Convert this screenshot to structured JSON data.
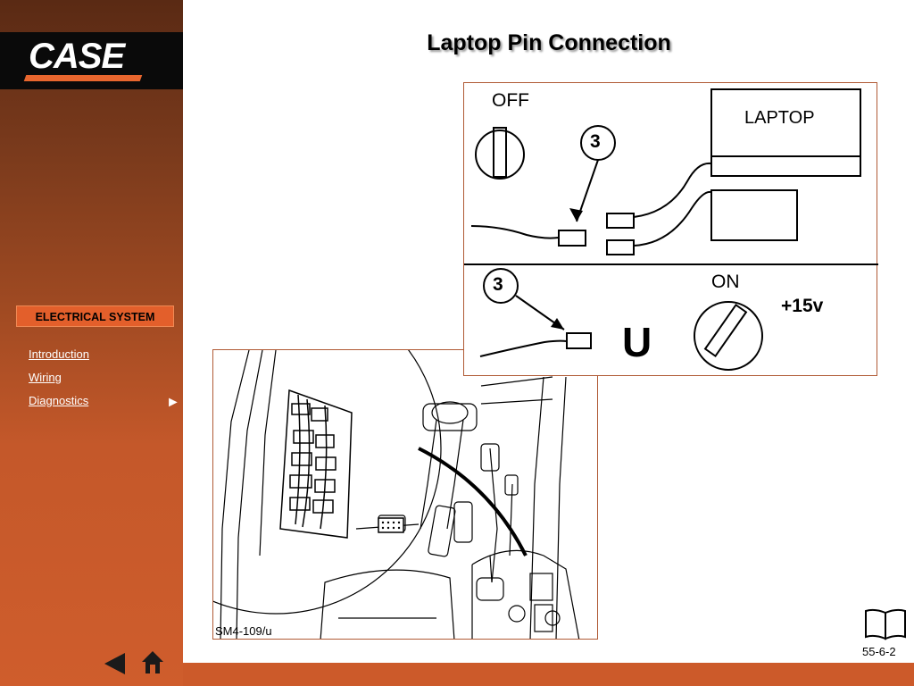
{
  "brand": {
    "logo_text": "CASE"
  },
  "sidebar": {
    "section_title": "ELECTRICAL SYSTEM",
    "links": [
      {
        "label": "Introduction"
      },
      {
        "label": "Wiring"
      },
      {
        "label": "Diagnostics"
      }
    ]
  },
  "page": {
    "title": "Laptop Pin Connection",
    "number": "55-6-2"
  },
  "photo": {
    "label": "SM4-109/u"
  },
  "diagram": {
    "off_label": "OFF",
    "on_label": "ON",
    "laptop_label": "LAPTOP",
    "callout_top": "3",
    "callout_bottom": "3",
    "voltage": "+15v",
    "u_label": "U"
  },
  "icons": {
    "manual": "book-icon",
    "back": "left-triangle-icon",
    "home": "home-icon",
    "nav_arrow": "right-triangle-icon"
  },
  "colors": {
    "sidebar_accent": "#cf5d2c",
    "badge": "#e35f2b",
    "logo_stripe": "#e8662e",
    "frame_border": "#b05a35"
  }
}
